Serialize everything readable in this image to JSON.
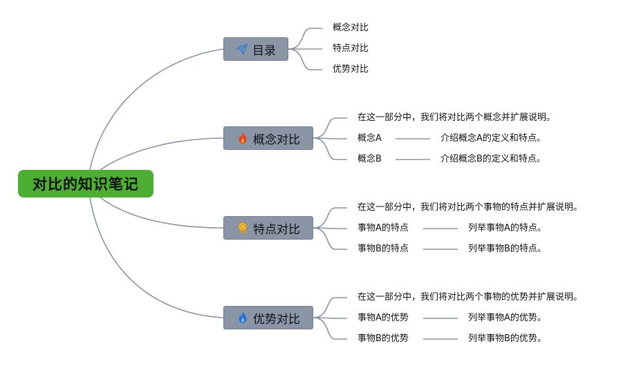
{
  "root": {
    "label": "对比的知识笔记"
  },
  "branches": [
    {
      "label": "目录",
      "icon": "paper-plane-icon",
      "children": [
        {
          "label": "概念对比"
        },
        {
          "label": "特点对比"
        },
        {
          "label": "优势对比"
        }
      ]
    },
    {
      "label": "概念对比",
      "icon": "fire-icon",
      "children": [
        {
          "label": "在这一部分中，我们将对比两个概念并扩展说明。"
        },
        {
          "label": "概念A",
          "detail": "介绍概念A的定义和特点。"
        },
        {
          "label": "概念B",
          "detail": "介绍概念B的定义和特点。"
        }
      ]
    },
    {
      "label": "特点对比",
      "icon": "award-ribbon-icon",
      "children": [
        {
          "label": "在这一部分中，我们将对比两个事物的特点并扩展说明。"
        },
        {
          "label": "事物A的特点",
          "detail": "列举事物A的特点。"
        },
        {
          "label": "事物B的特点",
          "detail": "列举事物B的特点。"
        }
      ]
    },
    {
      "label": "优势对比",
      "icon": "flame-blue-icon",
      "children": [
        {
          "label": "在这一部分中，我们将对比两个事物的优势并扩展说明。"
        },
        {
          "label": "事物A的优势",
          "detail": "列举事物A的优势。"
        },
        {
          "label": "事物B的优势",
          "detail": "列举事物B的优势。"
        }
      ]
    }
  ],
  "colors": {
    "root": "#4caf32",
    "branch": "#8a96a6",
    "link": "#8a93a3"
  }
}
